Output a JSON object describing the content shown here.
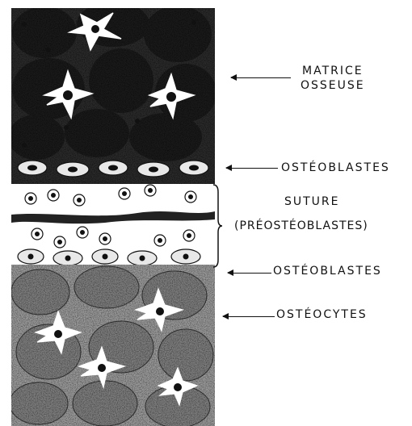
{
  "labels": {
    "matrice_line1": "MATRICE",
    "matrice_line2": "OSSEUSE",
    "osteoblastes_top": "OSTÉOBLASTES",
    "suture_line1": "SUTURE",
    "suture_line2": "(PRÉOSTÉOBLASTES)",
    "osteoblastes_bottom": "OSTÉOBLASTES",
    "osteocytes": "OSTÉOCYTES"
  },
  "colors": {
    "ink": "#111111",
    "paper": "#ffffff",
    "bone_dark": "#2a2a2a",
    "bone_lower": "#9a9a9a"
  }
}
